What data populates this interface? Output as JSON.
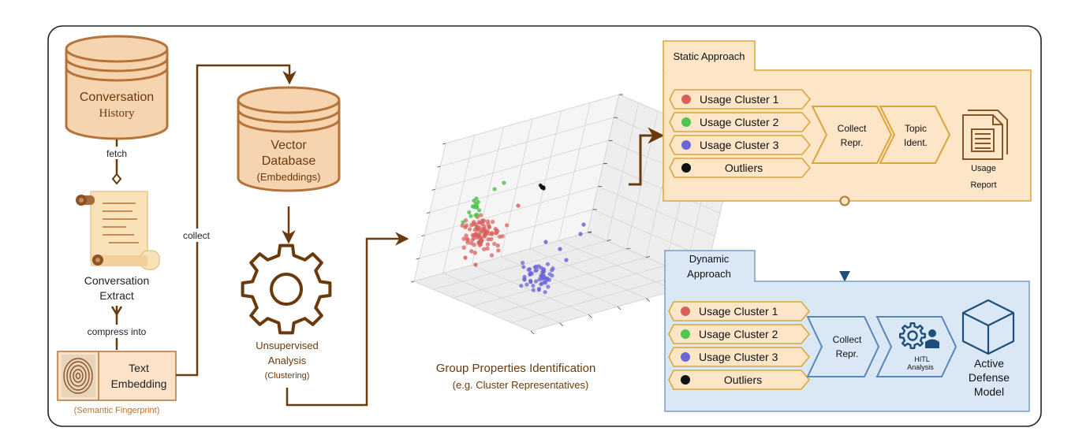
{
  "colors": {
    "brown": "#6b3a0c",
    "cylinder_fill": "#f7d4b0",
    "cylinder_stroke": "#b5733a",
    "static_panel_fill": "#fde5c8",
    "static_panel_stroke": "#d9a73b",
    "dynamic_panel_fill": "#dae8f6",
    "dynamic_panel_stroke": "#7b9ec4",
    "chevron_static_stroke": "#d9a73b",
    "chevron_dynamic_stroke": "#5a86b8",
    "cluster1": "#d9605a",
    "cluster2": "#52c452",
    "cluster3": "#6b65d6",
    "outliers": "#111111",
    "defense_navy": "#1f4e79"
  },
  "left": {
    "conversation_history_line1": "Conversation",
    "conversation_history_line2": "History",
    "fetch_label": "fetch",
    "conversation_extract_line1": "Conversation",
    "conversation_extract_line2": "Extract",
    "compress_label": "compress into",
    "text_embedding_line1": "Text",
    "text_embedding_line2": "Embedding",
    "semantic_fingerprint": "(Semantic Fingerprint)",
    "collect_label": "collect"
  },
  "middle": {
    "vector_db_line1": "Vector",
    "vector_db_line2": "Database",
    "vector_db_line3": "(Embeddings)",
    "unsupervised_line1": "Unsupervised",
    "unsupervised_line2": "Analysis",
    "unsupervised_line3": "(Clustering)",
    "group_title": "Group Properties Identification",
    "group_subtitle": "(e.g. Cluster Representatives)"
  },
  "static": {
    "title": "Static Approach",
    "clusters": [
      "Usage Cluster 1",
      "Usage Cluster 2",
      "Usage Cluster 3",
      "Outliers"
    ],
    "collect_line1": "Collect",
    "collect_line2": "Repr.",
    "topic_line1": "Topic",
    "topic_line2": "Ident.",
    "report_line1": "Usage",
    "report_line2": "Report",
    "report_icon": "document-icon"
  },
  "dynamic": {
    "title_line1": "Dynamic",
    "title_line2": "Approach",
    "clusters": [
      "Usage Cluster 1",
      "Usage Cluster 2",
      "Usage Cluster 3",
      "Outliers"
    ],
    "collect_line1": "Collect",
    "collect_line2": "Repr.",
    "hitl_line1": "HITL",
    "hitl_line2": "Analysis",
    "hitl_icon": "gear-user-icon",
    "defense_line1": "Active",
    "defense_line2": "Defense",
    "defense_line3": "Model",
    "defense_icon": "cube-icon"
  }
}
